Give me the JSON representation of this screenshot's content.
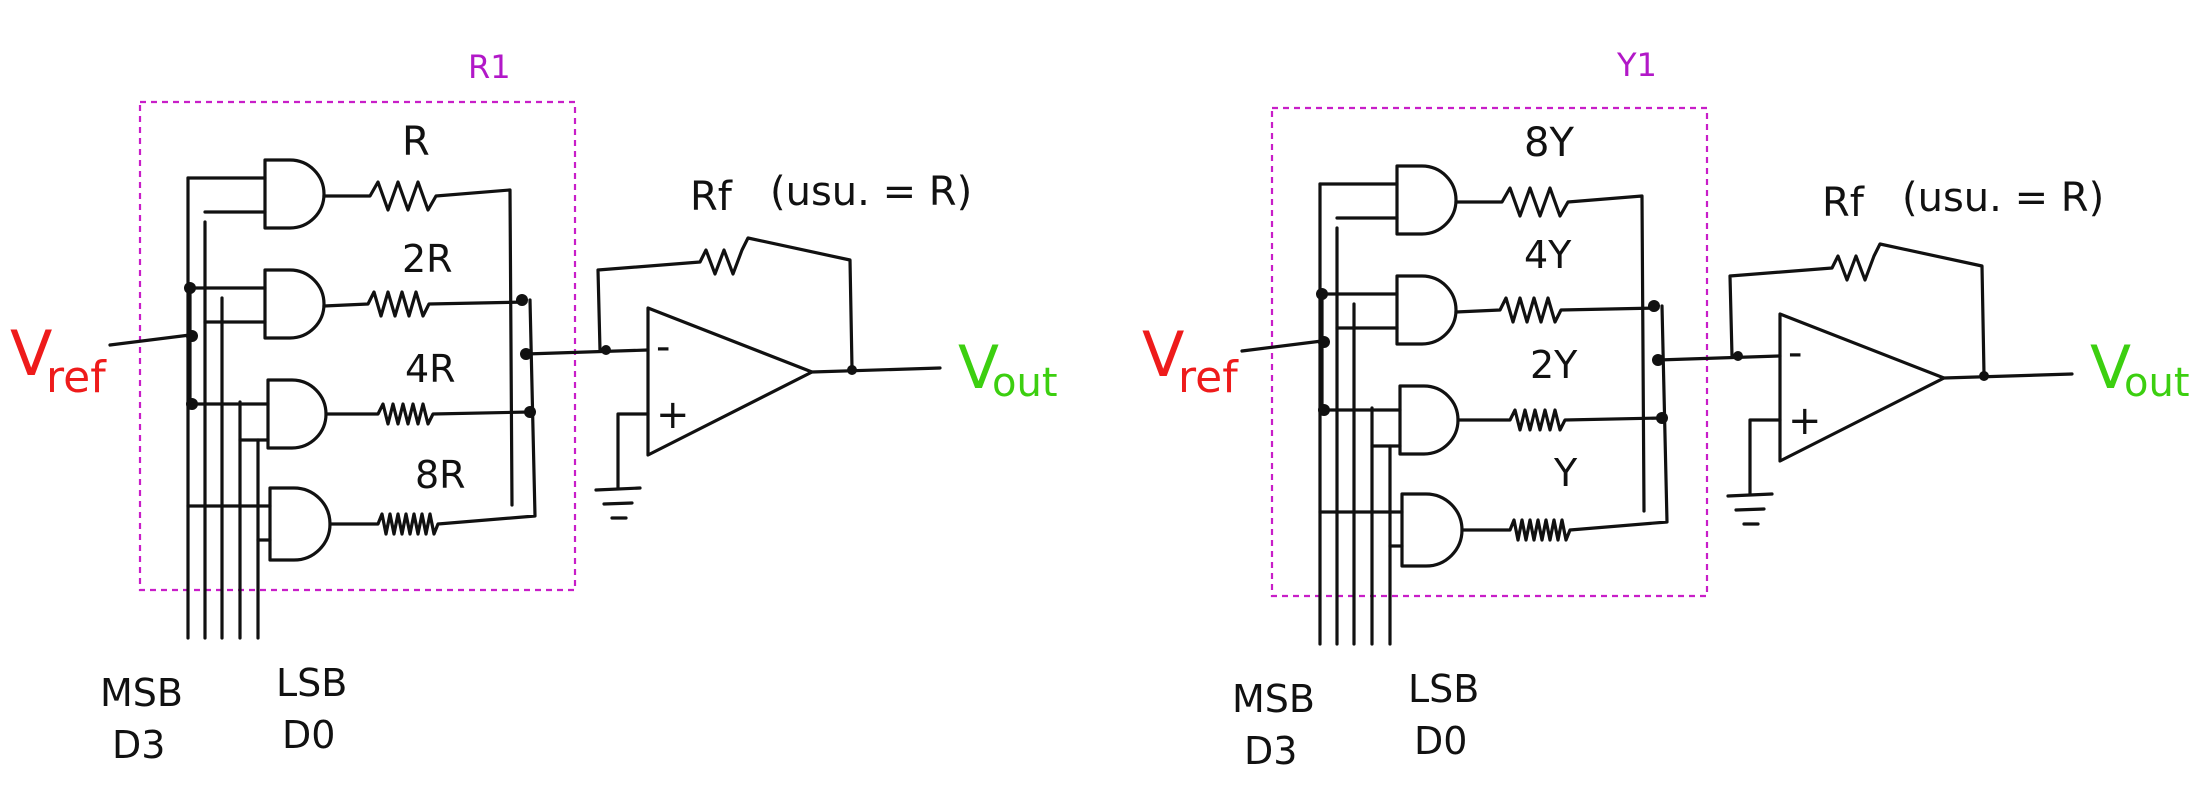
{
  "diagrams": [
    {
      "box_label": "R1",
      "resistors": [
        "R",
        "2R",
        "4R",
        "8R"
      ],
      "feedback_label": "Rf",
      "feedback_note": "(usu. = R)",
      "vref_main": "V",
      "vref_sub": "ref",
      "vout_main": "V",
      "vout_sub": "out",
      "opamp_minus": "-",
      "opamp_plus": "+",
      "msb": "MSB",
      "msb_bit": "D3",
      "lsb": "LSB",
      "lsb_bit": "D0"
    },
    {
      "box_label": "Y1",
      "resistors": [
        "8Y",
        "4Y",
        "2Y",
        "Y"
      ],
      "feedback_label": "Rf",
      "feedback_note": "(usu. = R)",
      "vref_main": "V",
      "vref_sub": "ref",
      "vout_main": "V",
      "vout_sub": "out",
      "opamp_minus": "-",
      "opamp_plus": "+",
      "msb": "MSB",
      "msb_bit": "D3",
      "lsb": "LSB",
      "lsb_bit": "D0"
    }
  ],
  "colors": {
    "box": "#c81ec8",
    "vref": "#ee1b1b",
    "vout": "#3ccf10",
    "wire": "#111111"
  }
}
